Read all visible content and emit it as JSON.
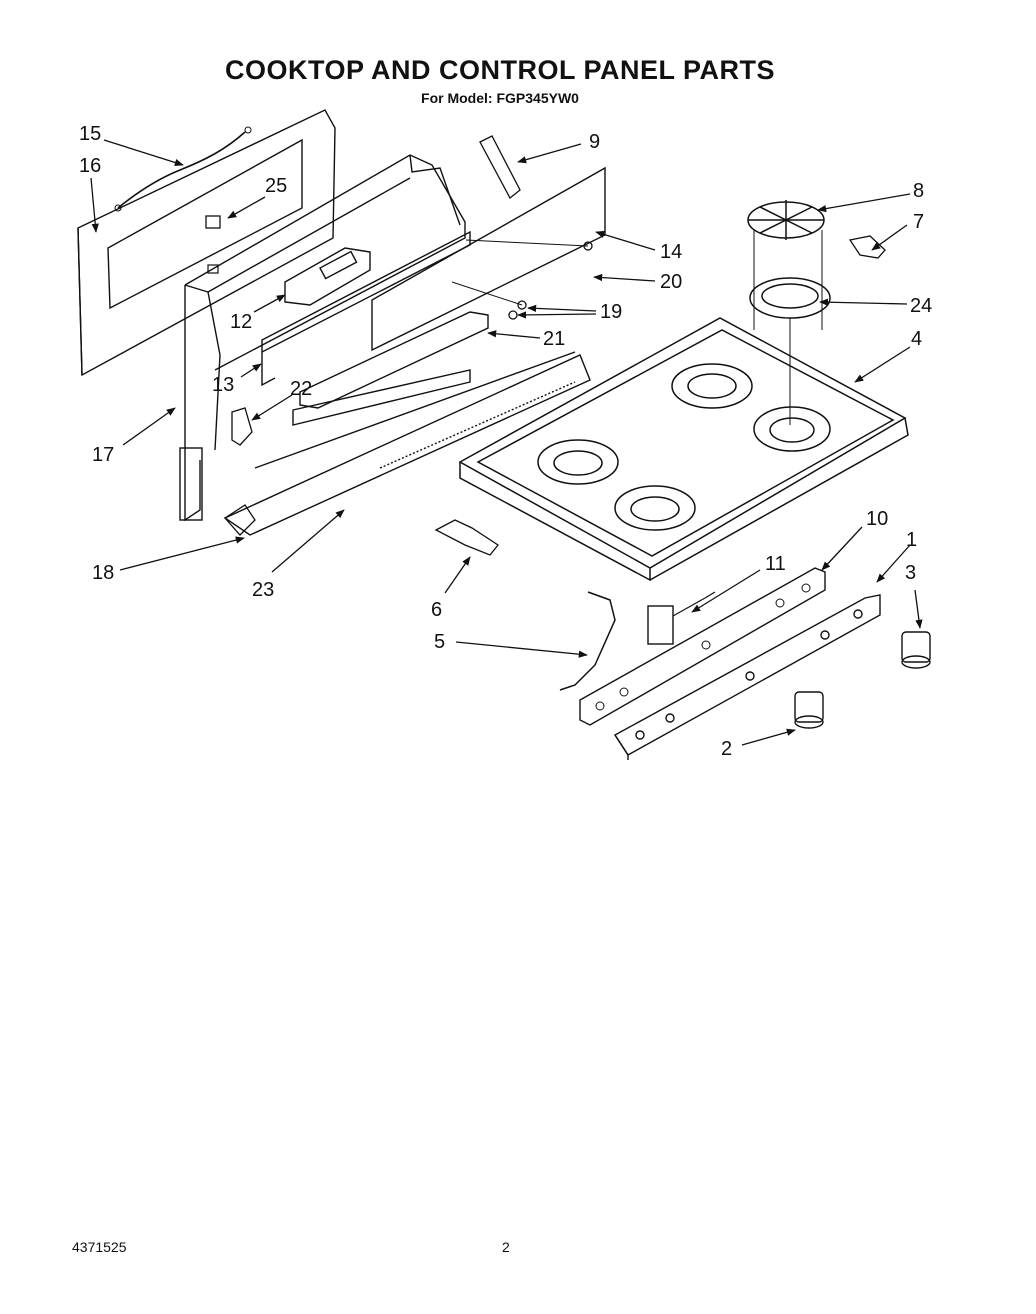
{
  "title": "COOKTOP AND CONTROL PANEL PARTS",
  "subtitle": "For Model: FGP345YW0",
  "labels": [
    "15",
    "16",
    "25",
    "9",
    "8",
    "7",
    "14",
    "20",
    "24",
    "19",
    "12",
    "21",
    "4",
    "13",
    "22",
    "17",
    "18",
    "23",
    "10",
    "6",
    "11",
    "1",
    "3",
    "5",
    "2"
  ],
  "footer": {
    "doc_number": "4371525",
    "page": "2"
  }
}
